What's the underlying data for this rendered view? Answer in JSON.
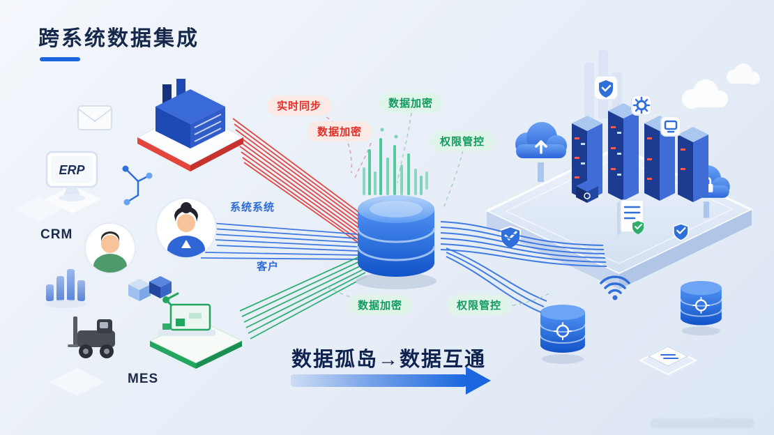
{
  "title": "跨系统数据集成",
  "systems": {
    "erp": "ERP",
    "crm": "CRM",
    "mes": "MES"
  },
  "labels": {
    "realtime_sync": "实时同步",
    "encrypt_source": "数据加密",
    "encrypt_top": "数据加密",
    "access_top": "权限管控",
    "system": "系统系统",
    "customer": "客户",
    "encrypt_bottom": "数据加密",
    "access_bottom": "权限管控"
  },
  "tagline": "数据孤岛→数据互通",
  "colors": {
    "accent_blue": "#1b66de",
    "line_red": "#e23430",
    "line_green": "#18a562",
    "title_navy": "#15284b",
    "pill_red_bg": "#fce8e5",
    "pill_green_bg": "#dff4e9"
  }
}
